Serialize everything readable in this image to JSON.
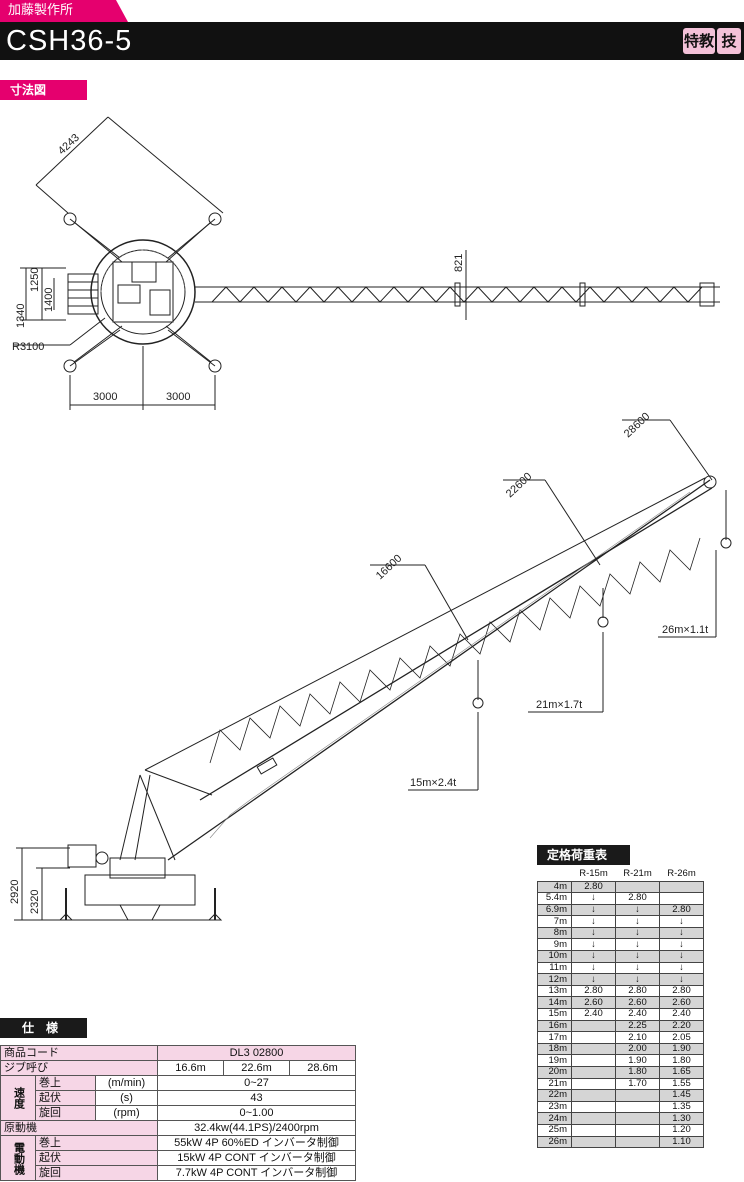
{
  "header": {
    "maker": "加藤製作所",
    "model": "CSH36-5",
    "badges": [
      "特教",
      "技"
    ]
  },
  "sections": {
    "dimensions": "寸法図",
    "load_table": "定格荷重表",
    "spec": "仕　様"
  },
  "plan_view": {
    "dims": {
      "outrigger_span": "4243",
      "width_total": "1340",
      "width_a": "1250",
      "width_b": "1400",
      "radius": "R3100",
      "left_span": "3000",
      "right_span": "3000",
      "jib_width": "821"
    }
  },
  "side_view": {
    "dims": {
      "jib1": "16600",
      "jib2": "22600",
      "jib3": "28600",
      "height_total": "2920",
      "height_base": "2320"
    },
    "loads": {
      "l15": "15m×2.4t",
      "l21": "21m×1.7t",
      "l26": "26m×1.1t"
    }
  },
  "load_table": {
    "headers": [
      "R-15m",
      "R-21m",
      "R-26m"
    ],
    "rows": [
      {
        "r": "4m",
        "v": [
          "2.80",
          "",
          ""
        ],
        "shade": true
      },
      {
        "r": "5.4m",
        "v": [
          "↓",
          "2.80",
          ""
        ],
        "shade": false
      },
      {
        "r": "6.9m",
        "v": [
          "↓",
          "↓",
          "2.80"
        ],
        "shade": true
      },
      {
        "r": "7m",
        "v": [
          "↓",
          "↓",
          "↓"
        ],
        "shade": false
      },
      {
        "r": "8m",
        "v": [
          "↓",
          "↓",
          "↓"
        ],
        "shade": true
      },
      {
        "r": "9m",
        "v": [
          "↓",
          "↓",
          "↓"
        ],
        "shade": false
      },
      {
        "r": "10m",
        "v": [
          "↓",
          "↓",
          "↓"
        ],
        "shade": true
      },
      {
        "r": "11m",
        "v": [
          "↓",
          "↓",
          "↓"
        ],
        "shade": false
      },
      {
        "r": "12m",
        "v": [
          "↓",
          "↓",
          "↓"
        ],
        "shade": true
      },
      {
        "r": "13m",
        "v": [
          "2.80",
          "2.80",
          "2.80"
        ],
        "shade": false
      },
      {
        "r": "14m",
        "v": [
          "2.60",
          "2.60",
          "2.60"
        ],
        "shade": true
      },
      {
        "r": "15m",
        "v": [
          "2.40",
          "2.40",
          "2.40"
        ],
        "shade": false
      },
      {
        "r": "16m",
        "v": [
          "",
          "2.25",
          "2.20"
        ],
        "shade": true
      },
      {
        "r": "17m",
        "v": [
          "",
          "2.10",
          "2.05"
        ],
        "shade": false
      },
      {
        "r": "18m",
        "v": [
          "",
          "2.00",
          "1.90"
        ],
        "shade": true
      },
      {
        "r": "19m",
        "v": [
          "",
          "1.90",
          "1.80"
        ],
        "shade": false
      },
      {
        "r": "20m",
        "v": [
          "",
          "1.80",
          "1.65"
        ],
        "shade": true
      },
      {
        "r": "21m",
        "v": [
          "",
          "1.70",
          "1.55"
        ],
        "shade": false
      },
      {
        "r": "22m",
        "v": [
          "",
          "",
          "1.45"
        ],
        "shade": true
      },
      {
        "r": "23m",
        "v": [
          "",
          "",
          "1.35"
        ],
        "shade": false
      },
      {
        "r": "24m",
        "v": [
          "",
          "",
          "1.30"
        ],
        "shade": true
      },
      {
        "r": "25m",
        "v": [
          "",
          "",
          "1.20"
        ],
        "shade": false
      },
      {
        "r": "26m",
        "v": [
          "",
          "",
          "1.10"
        ],
        "shade": true
      }
    ]
  },
  "spec": {
    "product_code_label": "商品コード",
    "product_code": "DL3 02800",
    "jib_label": "ジブ呼び",
    "jib_values": [
      "16.6m",
      "22.6m",
      "28.6m"
    ],
    "speed_group": "速度",
    "hoist_label": "巻上",
    "hoist_unit": "(m/min)",
    "hoist_value": "0~27",
    "luff_label": "起伏",
    "luff_unit": "(s)",
    "luff_value": "43",
    "slew_label": "旋回",
    "slew_unit": "(rpm)",
    "slew_value": "0~1.00",
    "engine_label": "原動機",
    "engine_value": "32.4kw(44.1PS)/2400rpm",
    "motor_group": "電動機",
    "motor_hoist_label": "巻上",
    "motor_hoist_value": "55kW 4P 60%ED インバータ制御",
    "motor_luff_label": "起伏",
    "motor_luff_value": "15kW 4P CONT インバータ制御",
    "motor_slew_label": "旋回",
    "motor_slew_value": "7.7kW 4P CONT インバータ制御"
  }
}
